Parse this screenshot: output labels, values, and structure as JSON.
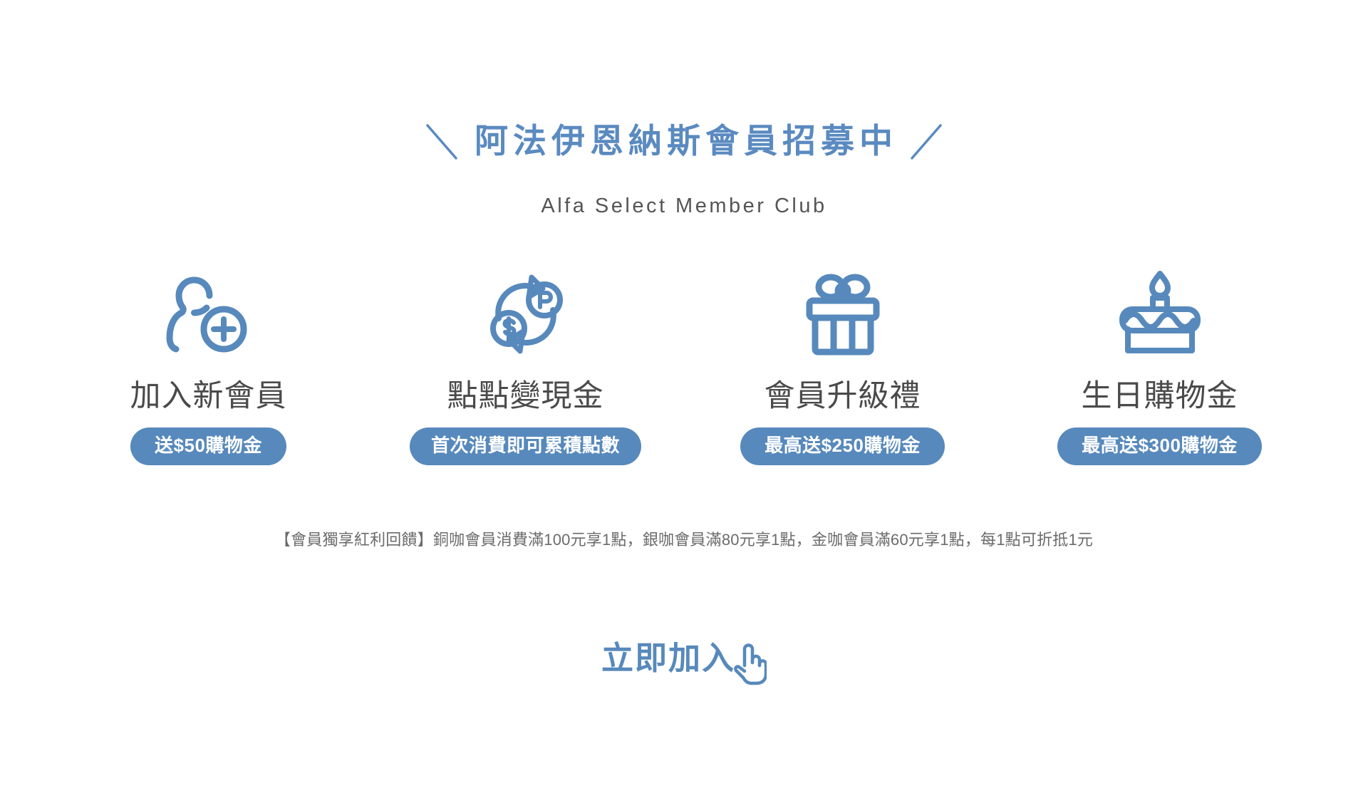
{
  "header": {
    "title": "阿法伊恩納斯會員招募中",
    "subtitle": "Alfa Select Member Club",
    "left_decoration": "backslash-line",
    "right_decoration": "slash-line",
    "title_color": "#5A8AC0",
    "subtitle_color": "#555555"
  },
  "features": [
    {
      "icon": "add-user-icon",
      "title": "加入新會員",
      "pill": "送$50購物金"
    },
    {
      "icon": "points-to-cash-exchange-icon",
      "title": "點點變現金",
      "pill": "首次消費即可累積點數"
    },
    {
      "icon": "gift-box-icon",
      "title": "會員升級禮",
      "pill": "最高送$250購物金"
    },
    {
      "icon": "birthday-cake-icon",
      "title": "生日購物金",
      "pill": "最高送$300購物金"
    }
  ],
  "disclaimer": "【會員獨享紅利回饋】銅咖會員消費滿100元享1點，銀咖會員滿80元享1點，金咖會員滿60元享1點，每1點可折抵1元",
  "cta": {
    "label": "立即加入",
    "icon": "pointing-hand-icon",
    "color": "#5789BC"
  },
  "theme": {
    "brand_blue": "#5789BC",
    "title_blue": "#5A8AC0",
    "text_gray": "#4A4A4A",
    "muted_gray": "#6B6B6B",
    "background": "#FFFFFF"
  }
}
